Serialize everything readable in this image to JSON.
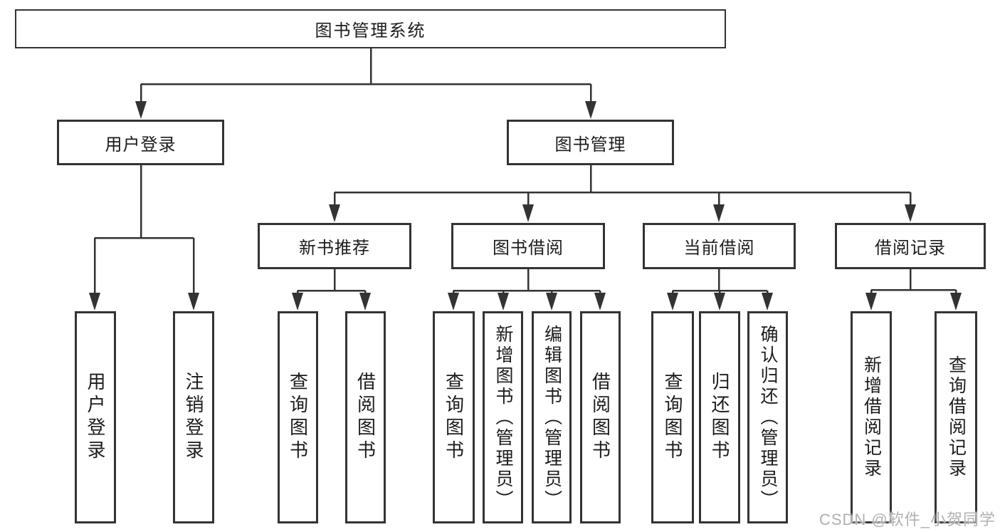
{
  "tree": {
    "label": "图书管理系统",
    "children": [
      {
        "label": "用户登录",
        "children": [
          {
            "label": "用户登录"
          },
          {
            "label": "注销登录"
          }
        ]
      },
      {
        "label": "图书管理",
        "children": [
          {
            "label": "新书推荐",
            "children": [
              {
                "label": "查询图书"
              },
              {
                "label": "借阅图书"
              }
            ]
          },
          {
            "label": "图书借阅",
            "children": [
              {
                "label": "查询图书"
              },
              {
                "label": "新增图书（管理员）"
              },
              {
                "label": "编辑图书（管理员）"
              },
              {
                "label": "借阅图书"
              }
            ]
          },
          {
            "label": "当前借阅",
            "children": [
              {
                "label": "查询图书"
              },
              {
                "label": "归还图书"
              },
              {
                "label": "确认归还（管理员）"
              }
            ]
          },
          {
            "label": "借阅记录",
            "children": [
              {
                "label": "新增借阅记录"
              },
              {
                "label": "查询借阅记录"
              }
            ]
          }
        ]
      }
    ]
  },
  "watermark": {
    "text": "CSDN @软件_小贺同学"
  },
  "colors": {
    "line": "#333333",
    "border": "#333333",
    "text": "#1c1c1c",
    "watermark": "#b0b0b0",
    "background": "#ffffff"
  }
}
